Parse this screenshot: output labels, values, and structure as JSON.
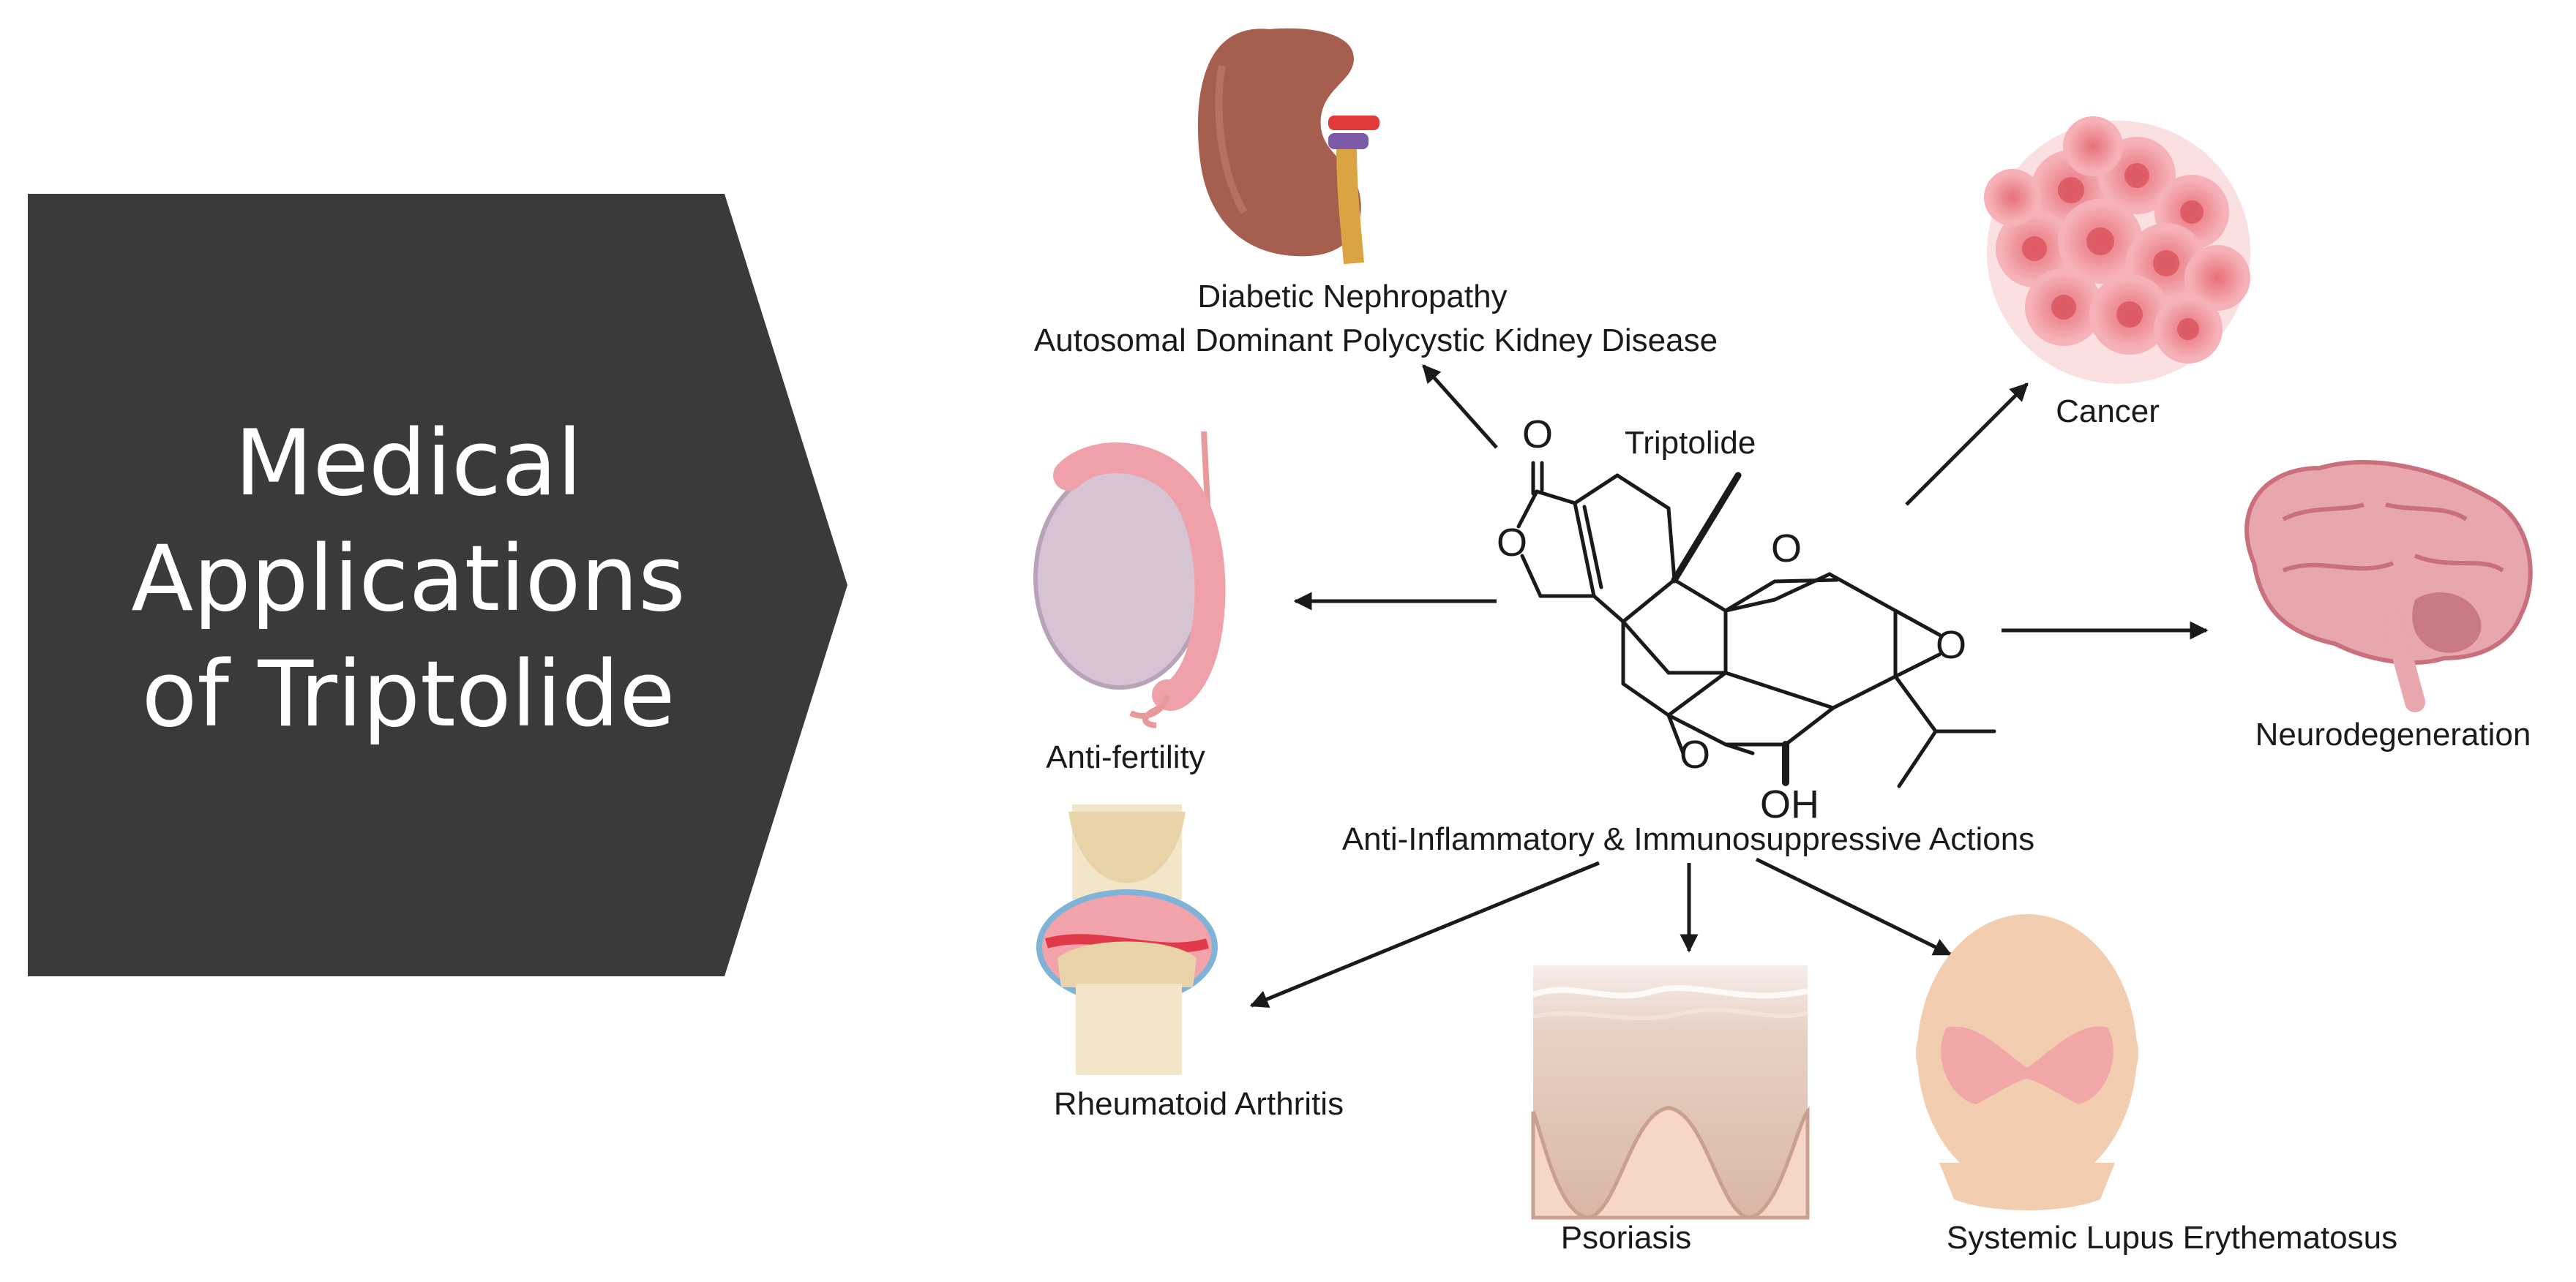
{
  "banner": {
    "title_lines": [
      "Medical",
      "Applications",
      "of Triptolide"
    ],
    "color": "#3a3a3a"
  },
  "molecule": {
    "name": "Triptolide",
    "atoms": {
      "o_carbonyl": "O",
      "o_ring": "O",
      "o_epoxide_top": "O",
      "o_epoxide_right": "O",
      "o_epoxide_bottom": "O",
      "oh": "OH"
    }
  },
  "applications": {
    "kidney": {
      "line1": "Diabetic Nephropathy",
      "line2": "Autosomal Dominant Polycystic Kidney Disease",
      "icon": "kidney-icon"
    },
    "cancer": {
      "label": "Cancer",
      "icon": "cancer-cell-cluster-icon"
    },
    "fertility": {
      "label": "Anti-fertility",
      "icon": "testis-icon"
    },
    "neuro": {
      "label": "Neurodegeneration",
      "icon": "brain-icon"
    },
    "inflammation": {
      "label": "Anti-Inflammatory & Immunosuppressive Actions"
    },
    "arthritis": {
      "label": "Rheumatoid Arthritis",
      "icon": "knee-joint-icon"
    },
    "psoriasis": {
      "label": "Psoriasis",
      "icon": "skin-section-icon"
    },
    "lupus": {
      "label": "Systemic Lupus Erythematosus",
      "icon": "butterfly-rash-face-icon"
    }
  },
  "colors": {
    "arrow": "#1a1a1a",
    "kidney": "#a65e4e",
    "tissue_pink": "#f0a0a8",
    "skin": "#f2cdb0"
  }
}
